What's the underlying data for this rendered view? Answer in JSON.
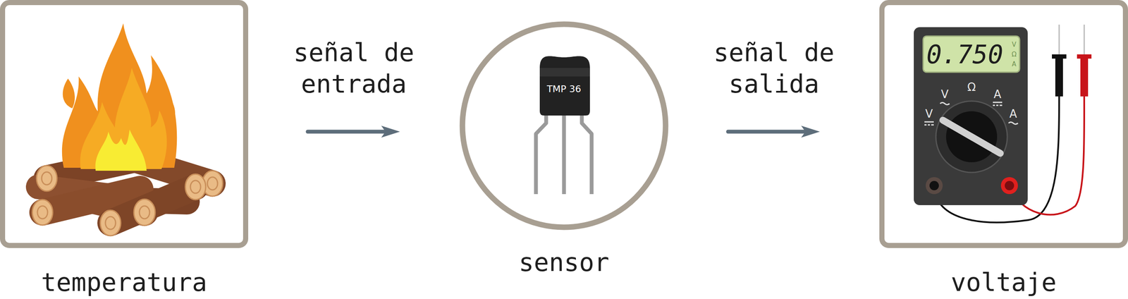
{
  "diagram": {
    "nodes": [
      {
        "text": [
          "temperatura"
        ]
      },
      {
        "text": [
          "sensor"
        ]
      },
      {
        "text": [
          "voltaje"
        ]
      }
    ],
    "edges": [
      {
        "from": 0,
        "to": 1,
        "label": "señal de entrada",
        "arrow": "to"
      },
      {
        "from": 1,
        "to": 2,
        "label": "señal de salida",
        "arrow": "to"
      }
    ],
    "labels": [
      "TMP 36",
      "0.750",
      "V",
      "Ω",
      "A",
      "V",
      "Ω",
      "A",
      "V",
      "A"
    ]
  }
}
